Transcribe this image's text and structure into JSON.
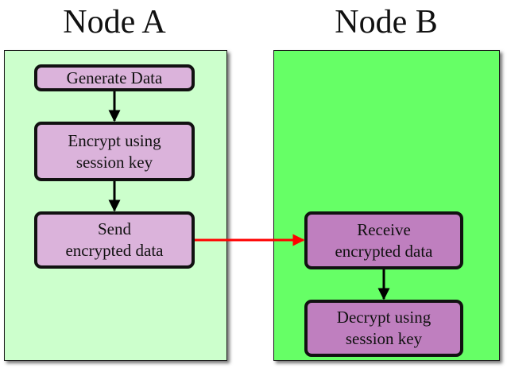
{
  "nodes": {
    "a": {
      "title": "Node A",
      "steps": [
        "Generate Data",
        "Encrypt using\nsession key",
        "Send\nencrypted data"
      ]
    },
    "b": {
      "title": "Node B",
      "steps": [
        "Receive\nencrypted data",
        "Decrypt using\nsession key"
      ]
    }
  },
  "colors": {
    "panel_a": "#ccffcc",
    "panel_b": "#66ff66",
    "box_light": "#dbb3db",
    "box_dark": "#bf7fbf",
    "flow_arrow": "#000000",
    "transfer_arrow": "#ff0000"
  }
}
